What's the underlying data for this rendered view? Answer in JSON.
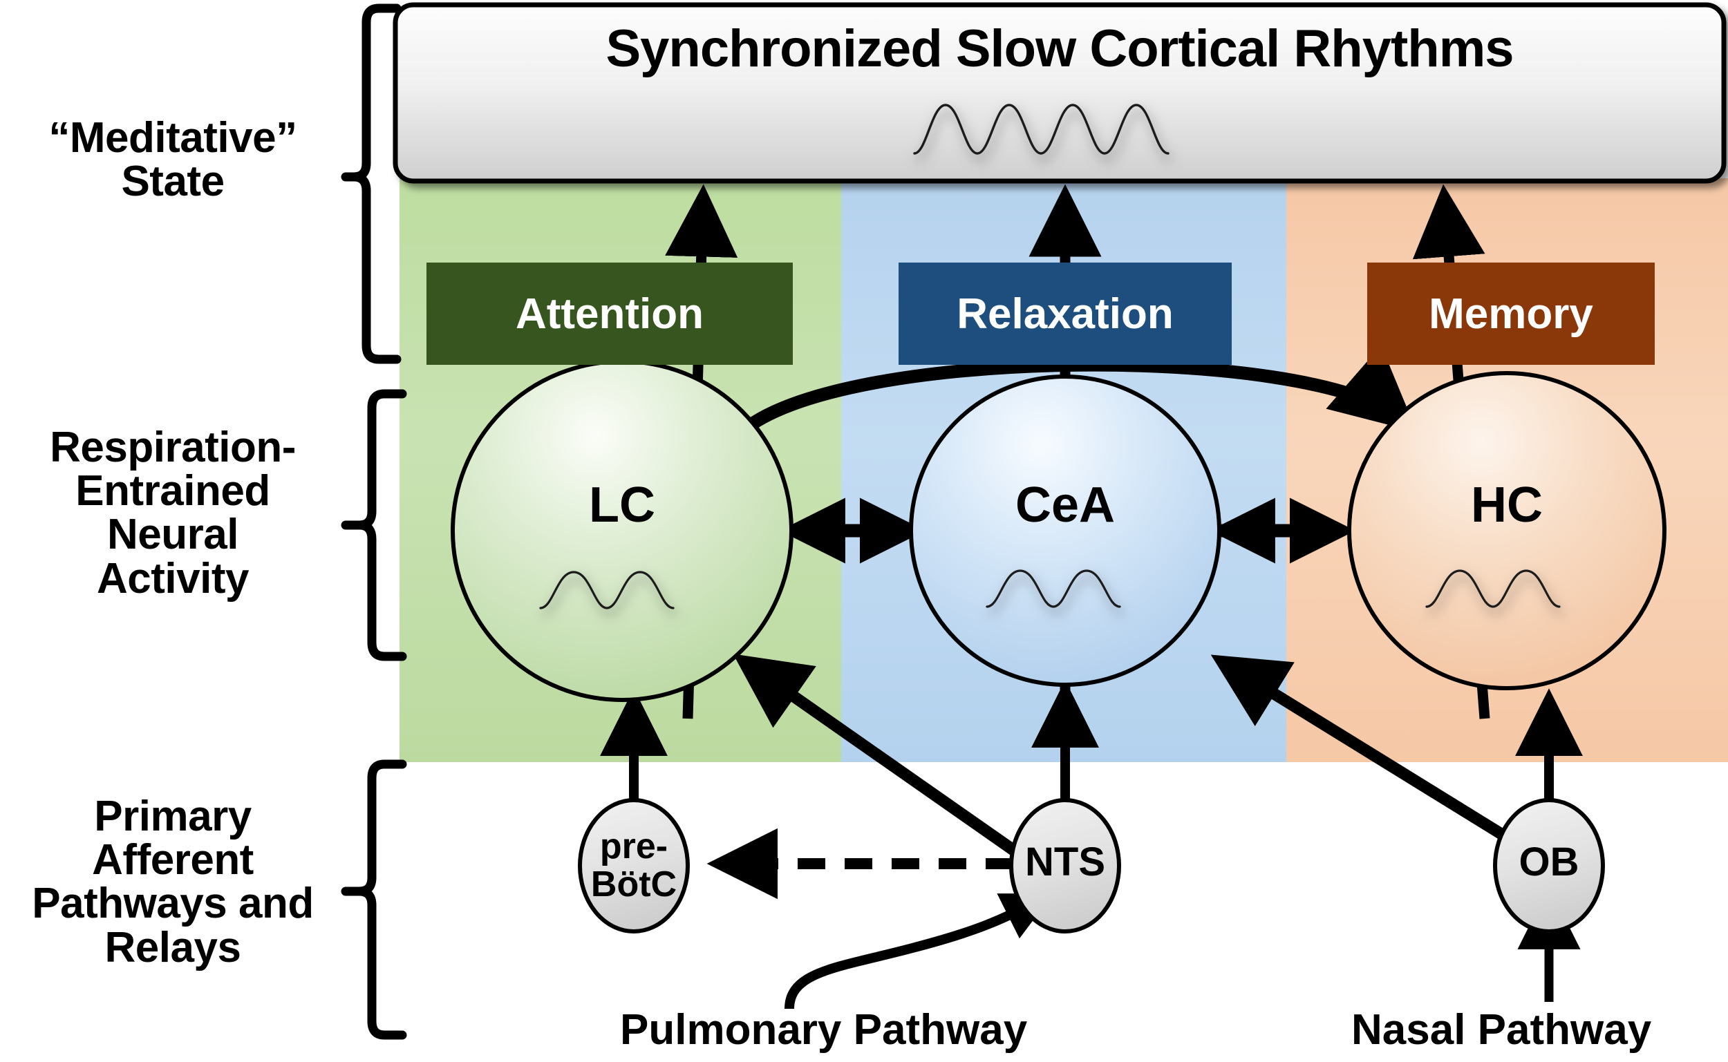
{
  "diagram": {
    "title": "Respiration-entrained neural activity and meditative state schematic",
    "banner": {
      "label": "Synchronized Slow Cortical Rhythms",
      "wave_icon": "slow-wave-icon",
      "fill_top": "#fcfcfc",
      "fill_bottom": "#d2d2d2",
      "border": "#000000"
    },
    "tier_labels": [
      {
        "id": "meditative-state",
        "lines": [
          "“Meditative”",
          "State"
        ]
      },
      {
        "id": "respiration-entrained",
        "lines": [
          "Respiration-",
          "Entrained",
          "Neural",
          "Activity"
        ]
      },
      {
        "id": "primary-afferent",
        "lines": [
          "Primary",
          "Afferent",
          "Pathways and",
          "Relays"
        ]
      }
    ],
    "columns": [
      {
        "id": "attention-column",
        "chip_label": "Attention",
        "chip_color": "#37561f",
        "band_color": "#bcdaa0",
        "node": "LC",
        "node_fill": "#c4dfac"
      },
      {
        "id": "relaxation-column",
        "chip_label": "Relaxation",
        "chip_color": "#1d4e7d",
        "band_color": "#b4d2ee",
        "node": "CeA",
        "node_fill": "#bcd8f2"
      },
      {
        "id": "memory-column",
        "chip_label": "Memory",
        "chip_color": "#8a3709",
        "band_color": "#f5c8a6",
        "node": "HC",
        "node_fill": "#f7cdac"
      }
    ],
    "relay_nodes": [
      {
        "id": "pre-botc-node",
        "lines": [
          "pre-",
          "BötC"
        ]
      },
      {
        "id": "nts-node",
        "lines": [
          "NTS"
        ]
      },
      {
        "id": "ob-node",
        "lines": [
          "OB"
        ]
      }
    ],
    "pathways": [
      {
        "id": "pulmonary-pathway-label",
        "label": "Pulmonary Pathway",
        "arrow": "curved"
      },
      {
        "id": "nasal-pathway-label",
        "label": "Nasal Pathway",
        "arrow": "straight"
      }
    ],
    "connections": [
      {
        "from": "LC",
        "to": "banner",
        "style": "solid-arrow"
      },
      {
        "from": "CeA",
        "to": "banner",
        "style": "solid-arrow"
      },
      {
        "from": "HC",
        "to": "banner",
        "style": "solid-arrow"
      },
      {
        "from": "LC",
        "to": "HC",
        "style": "curved-solid-arrow"
      },
      {
        "from": "LC",
        "to": "CeA",
        "style": "double-headed-arrow"
      },
      {
        "from": "CeA",
        "to": "HC",
        "style": "double-headed-arrow"
      },
      {
        "from": "pre-BötC",
        "to": "LC",
        "style": "solid-arrow"
      },
      {
        "from": "NTS",
        "to": "LC",
        "style": "solid-arrow"
      },
      {
        "from": "NTS",
        "to": "CeA",
        "style": "solid-arrow"
      },
      {
        "from": "NTS",
        "to": "pre-BötC",
        "style": "dashed-arrow"
      },
      {
        "from": "OB",
        "to": "CeA",
        "style": "solid-arrow"
      },
      {
        "from": "OB",
        "to": "HC",
        "style": "solid-arrow"
      },
      {
        "from": "Pulmonary Pathway",
        "to": "NTS",
        "style": "curved-solid-arrow"
      },
      {
        "from": "Nasal Pathway",
        "to": "OB",
        "style": "solid-arrow"
      }
    ],
    "node_wave_icon": "two-peak-wave-icon"
  }
}
